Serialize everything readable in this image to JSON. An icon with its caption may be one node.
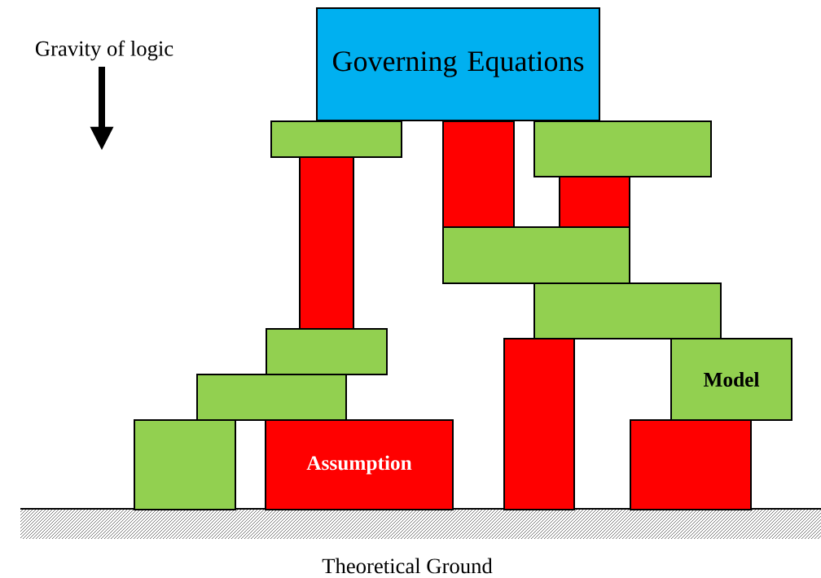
{
  "diagram": {
    "nodes": [
      {
        "text": [
          "Governing Equations"
        ]
      },
      {
        "text": [],
        "shape": "box"
      },
      {
        "text": [],
        "shape": "box"
      },
      {
        "text": [],
        "shape": "box"
      },
      {
        "text": [],
        "shape": "box"
      },
      {
        "text": [],
        "shape": "box"
      },
      {
        "text": [],
        "shape": "box"
      },
      {
        "text": [],
        "shape": "box"
      },
      {
        "text": [],
        "shape": "box"
      },
      {
        "text": [],
        "shape": "box"
      },
      {
        "text": [
          "Model"
        ]
      },
      {
        "text": [],
        "shape": "box"
      },
      {
        "text": [],
        "shape": "box"
      },
      {
        "text": [
          "Assumption"
        ]
      },
      {
        "text": [],
        "shape": "box"
      }
    ],
    "labels": [
      "Gravity of logic",
      "Theoretical Ground"
    ]
  }
}
